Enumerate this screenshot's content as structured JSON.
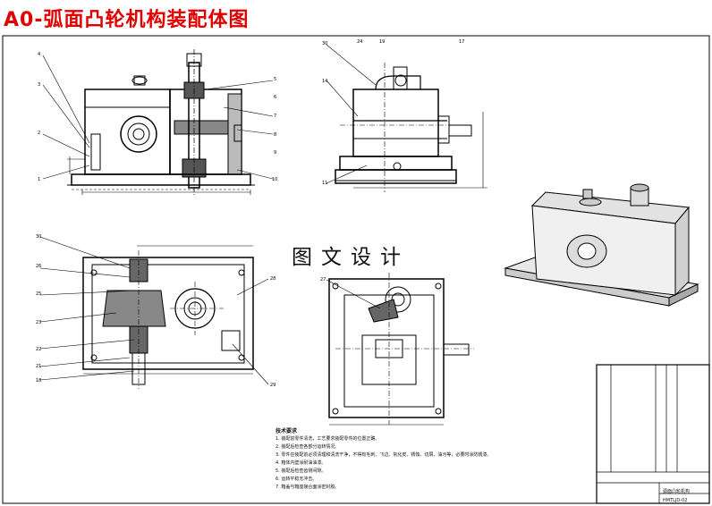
{
  "title": "A0-弧面凸轮机构装配体图",
  "watermark": "图文设计",
  "tech_notes": {
    "heading": "技术要求",
    "lines": [
      "1. 装配前零件清洗，工艺要求装配零件的位置正确。",
      "2. 装配后检查各部分运转情况。",
      "3. 零件在装配前必须清理和清洗干净，不得有毛刺、飞边、氧化皮、锈蚀、切屑、油污等，必要时涂防锈漆。",
      "4. 箱体内壁涂耐油油漆。",
      "5. 装配后检查齿侧间隙。",
      "6. 运转平稳无冲击。",
      "7. 箱盖与箱座接合面涂密封胶。"
    ]
  },
  "title_block": {
    "drawing_name": "弧面凸轮机构",
    "drawing_code": "HMTLJD-02"
  },
  "balloons": {
    "front_view": [
      "4",
      "3",
      "2",
      "1",
      "5",
      "6",
      "7",
      "8",
      "9",
      "10"
    ],
    "side_view": [
      "30",
      "24",
      "19",
      "17",
      "14",
      "11"
    ],
    "top_view": [
      "30",
      "26",
      "25",
      "23",
      "22",
      "21",
      "18",
      "28",
      "29"
    ],
    "bottom_view": [
      "27"
    ]
  }
}
